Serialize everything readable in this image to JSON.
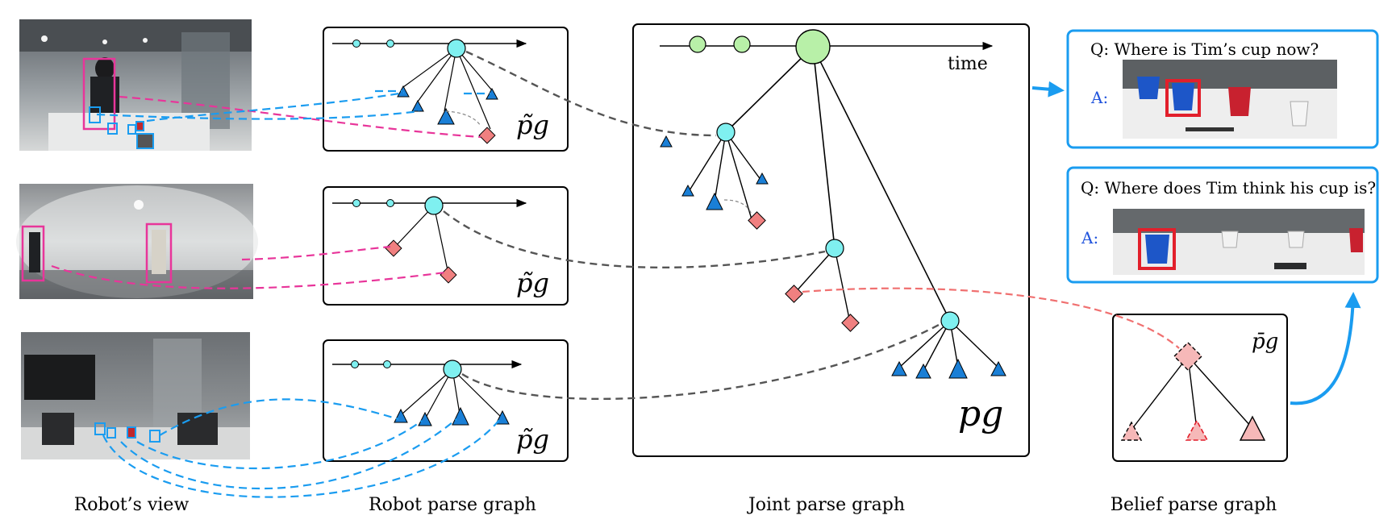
{
  "captions": {
    "robots_view": "Robot’s view",
    "robot_parse_graph": "Robot parse graph",
    "joint_parse_graph": "Joint parse graph",
    "belief_parse_graph": "Belief parse graph"
  },
  "labels": {
    "pg_tilde": "p̃g",
    "pg": "pg",
    "pg_bar": "p̄g",
    "time": "time"
  },
  "qa": [
    {
      "question": "Q: Where is Tim’s cup now?",
      "answer": "A:"
    },
    {
      "question": "Q: Where does Tim think his cup is?",
      "answer": "A:"
    }
  ],
  "colors": {
    "event_node": "#7ff0f0",
    "joint_time_node": "#b8f0a8",
    "object_triangle": "#1a7fd6",
    "agent_diamond": "#f08080",
    "belief_pink": "#f6b8b8",
    "highlight_blue": "#1a9cf0",
    "person_box": "#e8359a",
    "cup_red": "#e21f2b",
    "dash_gray": "#555555"
  }
}
